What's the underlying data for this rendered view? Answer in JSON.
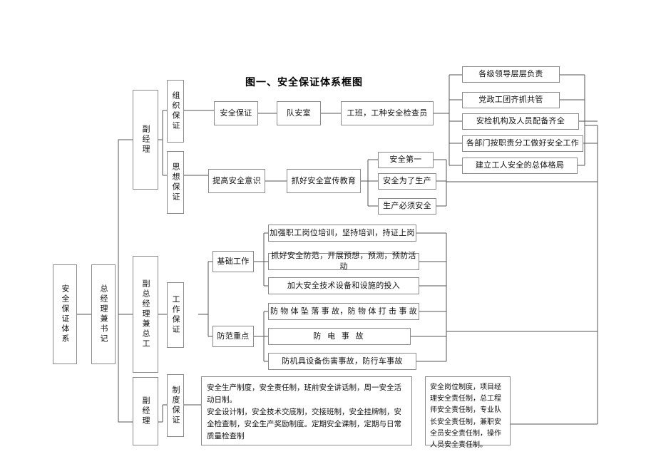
{
  "diagram": {
    "title": "图一、安全保证体系框图",
    "nodes": {
      "root": "安全保证体系",
      "gm": "总经理兼书记",
      "deputy_gm_chief": "副总经理兼总工",
      "deputy_mgr_top": "副经理",
      "deputy_mgr_bottom": "副经理",
      "org_guarantee": "组织保证",
      "ideo_guarantee": "思想保证",
      "work_guarantee": "工作保证",
      "system_guarantee": "制度保证",
      "safety_guarantee": "安全保证",
      "team_safety_office": "队安室",
      "team_inspector": "工班，工种安全检查员",
      "raise_awareness": "提高安全意识",
      "propaganda_education": "抓好安全宣传教育",
      "basic_work": "基础工作",
      "prevention_focus": "防范重点",
      "org_items": [
        "各级领导层层负责",
        "党政工团齐抓共管",
        "安检机构及人员配备齐全",
        "各部门按职责分工做好安全工作",
        "建立工人安全的总体格局"
      ],
      "ideo_items": [
        "安全第一",
        "安全为了生产",
        "生产必须安全"
      ],
      "basic_items": [
        "加强职工岗位培训，坚持培训，持证上岗",
        "抓好安全防范，开展预想，预测，预防活动",
        "加大安全技术设备和设施的投入"
      ],
      "prevention_items": [
        "防 物 体 坠 落 事 故，防 物 体 打 击 事 故",
        "防    电    事    故",
        "防机具设备伤害事故，防行车事故"
      ],
      "system_text": "安全生产制度，安全责任制，班前安全讲话制，周一安全活动日制。\n安全设计制，安全技术交底制，交接班制，安全挂牌制，安全检查制，安全生产奖励制度。定期安全课制，定期与日常质量检查制",
      "responsibility_text": "安全岗位制度，项目经理安全责任制，总工程师安全责任制，专业队长安全责任制，兼职安全员安全责任制，操作人员安全责任制。"
    },
    "colors": {
      "box_border": "#8a8a8a",
      "wire": "#555555",
      "background": "#ffffff",
      "text": "#111111"
    }
  }
}
